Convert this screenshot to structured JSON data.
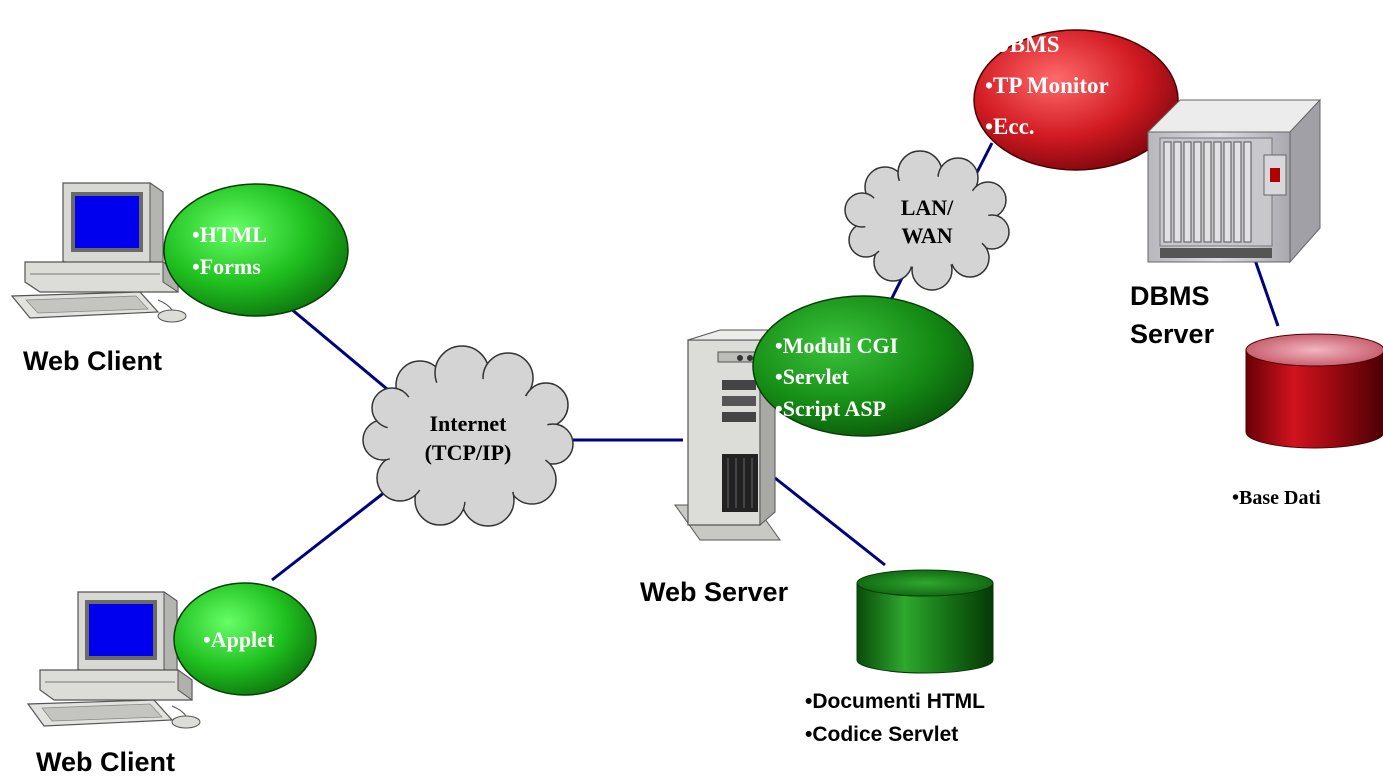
{
  "clients": {
    "top": {
      "label": "Web Client",
      "bubble": [
        "•HTML",
        "•Forms"
      ]
    },
    "bottom": {
      "label": "Web Client",
      "bubble": [
        "•Applet"
      ]
    }
  },
  "internet": {
    "lines": [
      "Internet",
      "(TCP/IP)"
    ]
  },
  "lan": {
    "lines": [
      "LAN/",
      "WAN"
    ]
  },
  "web_server": {
    "label": "Web Server",
    "bubble": [
      "•Moduli CGI",
      "•Servlet",
      "•Script ASP"
    ]
  },
  "web_db": {
    "lines": [
      "•Documenti HTML",
      "•Codice Servlet"
    ]
  },
  "dbms_server": {
    "label_lines": [
      "DBMS",
      "Server"
    ],
    "bubble": [
      "•DBMS",
      "•TP Monitor",
      "•Ecc."
    ]
  },
  "dbms_db": {
    "label": "•Base Dati"
  },
  "colors": {
    "link": "#000080",
    "green_bubble": "#1fbf1f",
    "red_bubble": "#c0101a",
    "cloud": "#d4d4d4",
    "screen": "#0000ee"
  }
}
